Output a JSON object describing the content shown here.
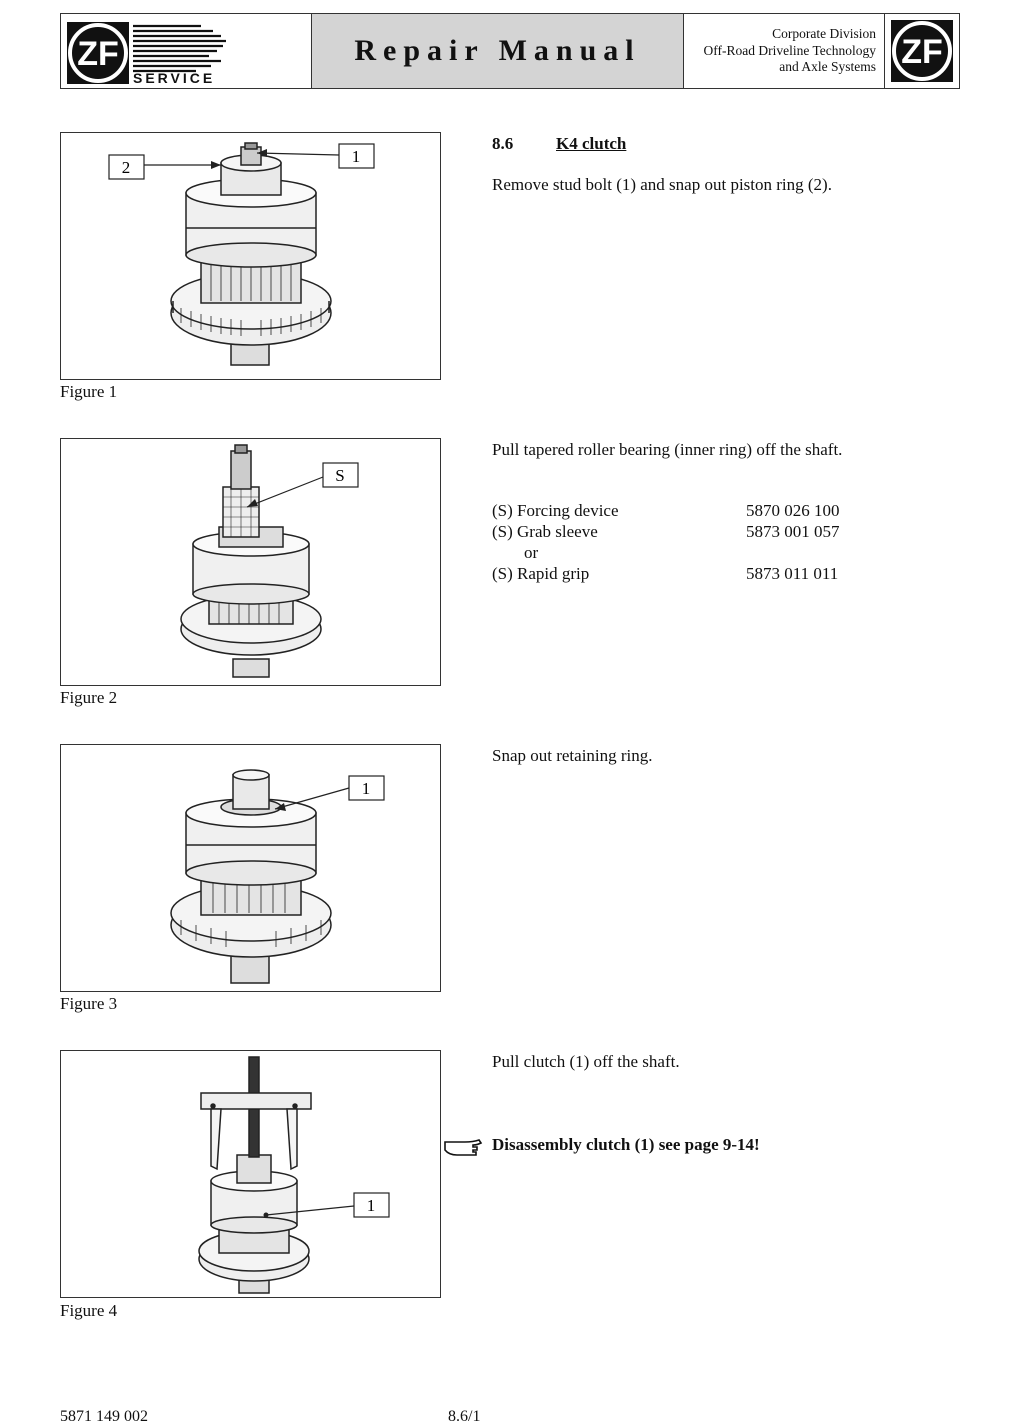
{
  "header": {
    "service_label": "SERVICE",
    "title": "Repair Manual",
    "division_lines": [
      "Corporate Division",
      "Off-Road Driveline Technology",
      "and Axle Systems"
    ],
    "logo_text": "ZF"
  },
  "section": {
    "number": "8.6",
    "title": "K4 clutch"
  },
  "figures": [
    {
      "caption": "Figure 1",
      "callouts": [
        "2",
        "1"
      ]
    },
    {
      "caption": "Figure 2",
      "callouts": [
        "S"
      ]
    },
    {
      "caption": "Figure 3",
      "callouts": [
        "1"
      ]
    },
    {
      "caption": "Figure 4",
      "callouts": [
        "1"
      ]
    }
  ],
  "steps": {
    "step1": "Remove stud bolt (1) and snap out piston ring  (2).",
    "step2": "Pull tapered roller bearing (inner ring) off the shaft.",
    "step3": "Snap out retaining ring.",
    "step4": "Pull clutch (1) off the shaft.",
    "note": "Disassembly clutch (1) see page 9-14!"
  },
  "tools": [
    {
      "label": "(S)  Forcing device",
      "number": "5870 026 100"
    },
    {
      "label": "(S)  Grab sleeve",
      "number": "5873 001 057"
    },
    {
      "label": "or",
      "number": ""
    },
    {
      "label": "(S)  Rapid grip",
      "number": "5873 011 011"
    }
  ],
  "footer": {
    "part_number": "5871 149 002",
    "page": "8.6/1"
  }
}
